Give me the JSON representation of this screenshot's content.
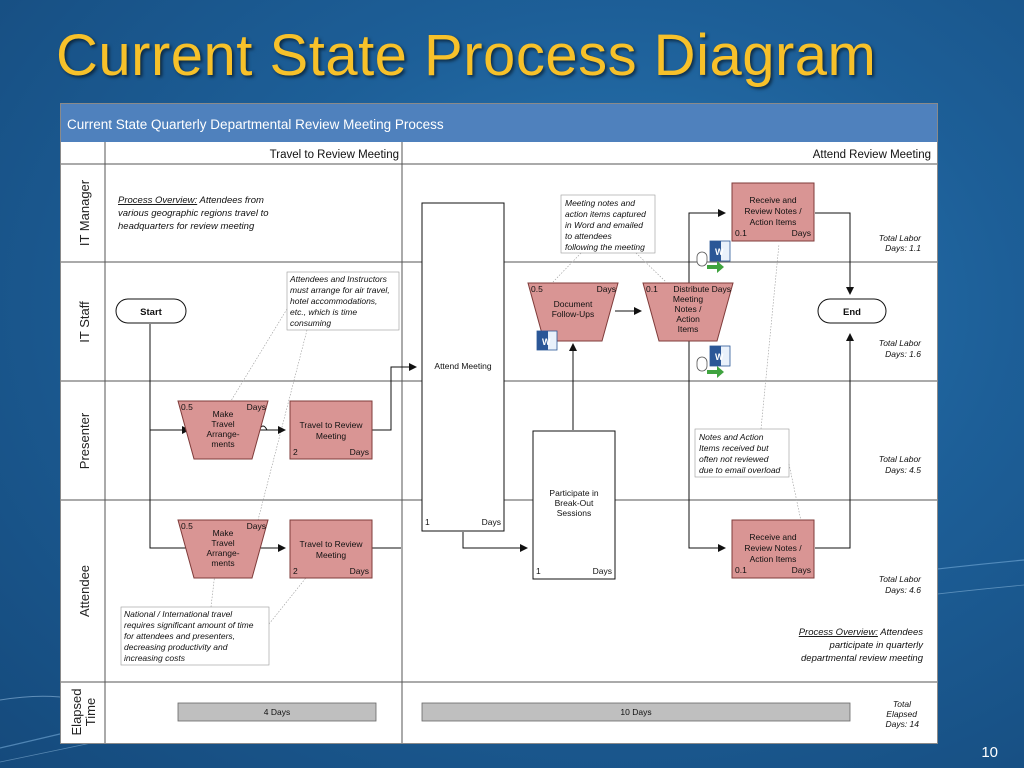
{
  "slide": {
    "title": "Current State Process Diagram",
    "number": "10"
  },
  "diagram": {
    "header": "Current State Quarterly Departmental Review Meeting Process",
    "phases": [
      "Travel to Review Meeting",
      "Attend Review Meeting"
    ],
    "lanes": [
      "IT Manager",
      "IT Staff",
      "Presenter",
      "Attendee"
    ],
    "elapsed_lane": [
      "Elapsed",
      "Time"
    ],
    "overview_1": {
      "label": "Process Overview:",
      "text": "Attendees from",
      "lines": [
        "various geographic regions  travel to",
        "headquarters for review meeting"
      ]
    },
    "overview_2": {
      "label": "Process Overview:",
      "text": "Attendees",
      "lines": [
        "participate in quarterly",
        "departmental review meeting"
      ]
    },
    "notes": {
      "travel_arrange": [
        "Attendees and Instructors",
        "must arrange for air travel,",
        "hotel accommodations,",
        "etc., which is time",
        "consuming"
      ],
      "meeting_notes": [
        "Meeting notes and",
        "action items captured",
        "in Word and emailed",
        "to attendees",
        "following the meeting"
      ],
      "not_reviewed": [
        "Notes and Action",
        "Items received but",
        "often not reviewed",
        "due to email overload"
      ],
      "intl_travel": [
        "National / International travel",
        "requires significant amount of time",
        "for attendees and presenters,",
        "decreasing productivity and",
        "increasing costs"
      ]
    },
    "nodes": {
      "start": "Start",
      "end": "End",
      "make_travel_p": {
        "lines": [
          "Make",
          "Travel",
          "Arrange-",
          "ments"
        ],
        "value": "0.5",
        "unit": "Days"
      },
      "travel_review_p": {
        "lines": [
          "Travel to Review",
          "Meeting"
        ],
        "value": "2",
        "unit": "Days"
      },
      "make_travel_a": {
        "lines": [
          "Make",
          "Travel",
          "Arrange-",
          "ments"
        ],
        "value": "0.5",
        "unit": "Days"
      },
      "travel_review_a": {
        "lines": [
          "Travel to Review",
          "Meeting"
        ],
        "value": "2",
        "unit": "Days"
      },
      "attend_meeting": {
        "label": "Attend Meeting",
        "value": "1",
        "unit": "Days"
      },
      "document_followups": {
        "lines": [
          "Document",
          "Follow-Ups"
        ],
        "value": "0.5",
        "unit": "Days"
      },
      "breakout": {
        "lines": [
          "Participate in",
          "Break-Out",
          "Sessions"
        ],
        "value": "1",
        "unit": "Days"
      },
      "distribute": {
        "lines": [
          "Meeting",
          "Notes /",
          "Action",
          "Items"
        ],
        "top": "Distribute Days",
        "value": "0.1"
      },
      "receive_mgr": {
        "lines": [
          "Receive and",
          "Review Notes /",
          "Action Items"
        ],
        "value": "0.1",
        "unit": "Days"
      },
      "receive_att": {
        "lines": [
          "Receive and",
          "Review Notes /",
          "Action Items"
        ],
        "value": "0.1",
        "unit": "Days"
      }
    },
    "labor": [
      {
        "label": "Total Labor",
        "value": "Days: 1.1"
      },
      {
        "label": "Total Labor",
        "value": "Days: 1.6"
      },
      {
        "label": "Total Labor",
        "value": "Days: 4.5"
      },
      {
        "label": "Total Labor",
        "value": "Days: 4.6"
      }
    ],
    "elapsed": {
      "travel": "4 Days",
      "meeting": "10 Days",
      "total": [
        "Total",
        "Elapsed",
        "Days: 14"
      ]
    },
    "icons": {
      "word_label": "W",
      "word_label_2": "W"
    },
    "colors": {
      "header_bg": "#4f81bd",
      "process_fill": "#d99594",
      "process_stroke": "#7f3b3a",
      "elapsed_bar": "#bfbfbf"
    }
  }
}
